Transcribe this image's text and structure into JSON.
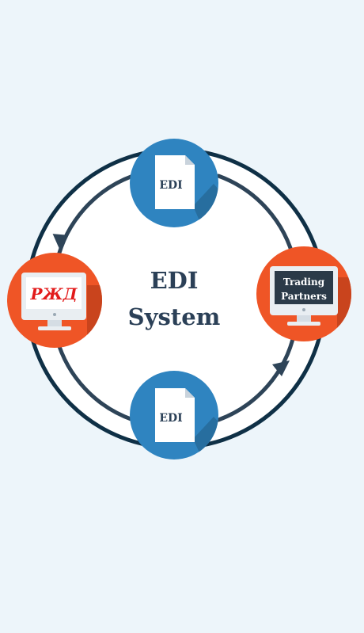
{
  "center": {
    "line1": "EDI",
    "line2": "System"
  },
  "nodes": {
    "top_doc": {
      "label": "EDI",
      "icon": "document-icon"
    },
    "bottom_doc": {
      "label": "EDI",
      "icon": "document-icon"
    },
    "left_company": {
      "logo_text": "РЖД",
      "icon": "monitor-icon"
    },
    "right_partners": {
      "line1": "Trading",
      "line2": "Partners",
      "icon": "monitor-icon"
    }
  },
  "colors": {
    "background": "#edf5fa",
    "ring": "#0f3046",
    "flow_arc": "#2e4458",
    "blue_node": "#2f84c0",
    "blue_node_shadow": "#276e9f",
    "orange_node": "#ef5526",
    "orange_node_shadow": "#c9441d",
    "monitor_frame": "#e9eef2",
    "monitor_screen": "#2b3a48",
    "logo_red": "#e21a1a",
    "center_text": "#2b4057"
  }
}
